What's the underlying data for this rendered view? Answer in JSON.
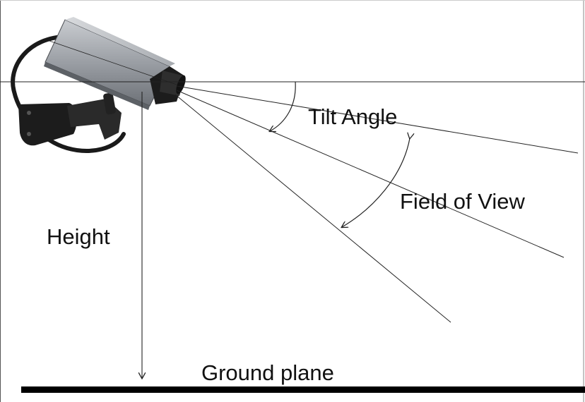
{
  "labels": {
    "tilt_angle": "Tilt Angle",
    "field_of_view": "Field of View",
    "height": "Height",
    "ground_plane": "Ground plane"
  },
  "colors": {
    "background": "#ffffff",
    "line": "#222222",
    "ground": "#000000",
    "camera_body": "#9a9ea4",
    "camera_dark": "#1c1c1c"
  }
}
